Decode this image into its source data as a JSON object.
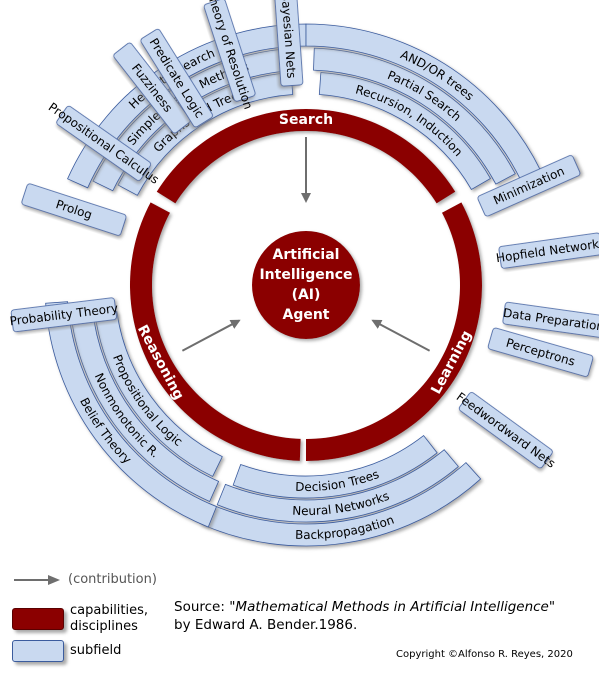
{
  "colors": {
    "capability": "#8b0000",
    "subfield_fill": "#c9d9f0",
    "subfield_stroke": "#3b5c9e",
    "arrow": "#6e6e6e",
    "center": "#8b0000"
  },
  "center": {
    "lines": [
      "Artificial",
      "Intelligence",
      "(AI)",
      "Agent"
    ]
  },
  "capabilities": [
    {
      "label": "Search"
    },
    {
      "label": "Learning"
    },
    {
      "label": "Reasoning"
    }
  ],
  "subfields": [
    [
      "Graphs and Trees",
      "Simple Search Methods",
      "Heuristic Search"
    ],
    [
      "Recursion, Induction",
      "Partial Search",
      "AND/OR trees"
    ],
    [
      "Minimization",
      "Hopfield Networks",
      "Data Preparation"
    ],
    [
      "Perceptrons",
      "Feedwordward Nets"
    ],
    [
      "Decision Trees",
      "Neural Networks",
      "Backpropagation"
    ],
    [
      "Propositional Logic",
      "Nonmonotonic R.",
      "Belief Theory"
    ],
    [
      "Prolog",
      "Propositional Calculus",
      "Fuzziness"
    ],
    [
      "Probability Theory"
    ],
    [
      "Predicate Logic",
      "Theory of Resolution",
      "Bayesian Nets"
    ]
  ],
  "legend": {
    "contribution": "(contribution)",
    "capabilities": "capabilities,\ndisciplines",
    "subfield": "subfield"
  },
  "source": {
    "prefix": "Source: ",
    "title": "\"Mathematical Methods in Artificial Intelligence\"",
    "byline": "by Edward A. Bender.1986."
  },
  "copyright": "Copyright ©Alfonso R. Reyes, 2020"
}
